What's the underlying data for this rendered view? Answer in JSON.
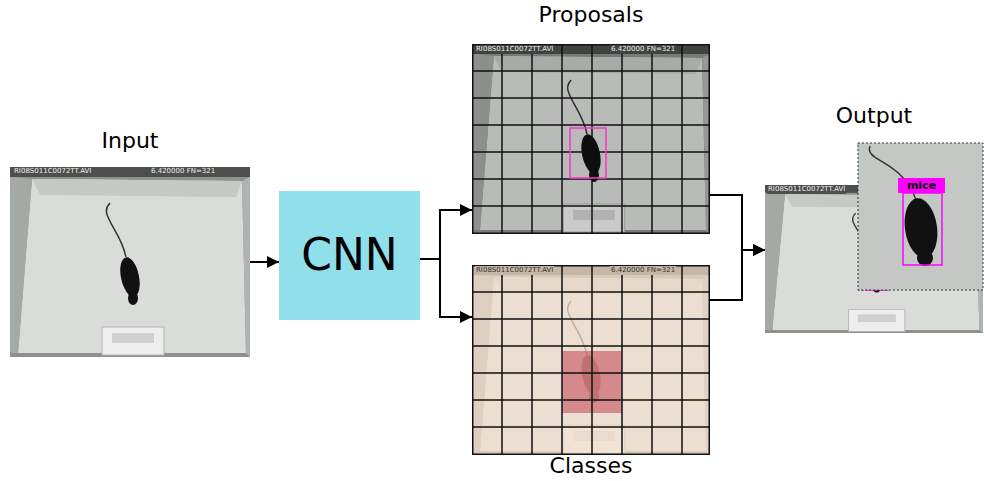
{
  "diagram": {
    "nodes": [
      {
        "text": [
          "Input"
        ]
      },
      {
        "text": [
          "CNN"
        ]
      },
      {
        "text": [
          "Proposals"
        ]
      },
      {
        "text": [
          "Classes"
        ]
      },
      {
        "text": [
          "Output"
        ]
      }
    ],
    "edges": [
      {
        "from": 0,
        "to": 1,
        "arrow": "to"
      },
      {
        "from": 1,
        "to": 2,
        "arrow": "to"
      },
      {
        "from": 1,
        "to": 3,
        "arrow": "to"
      },
      {
        "from": 2,
        "to": 4,
        "arrow": "to"
      },
      {
        "from": 3,
        "to": 4,
        "arrow": "to"
      }
    ],
    "labels": [
      "RI08S011C0072TT.AVI",
      "6.420000 FN=321",
      "RI08S011C0072TT.AVI",
      "6.420000 FN=321",
      "RI08S011C0072TT.AVI",
      "6.420000 FN=321",
      "RI08S011C0072TT.AVI",
      "mice"
    ]
  }
}
